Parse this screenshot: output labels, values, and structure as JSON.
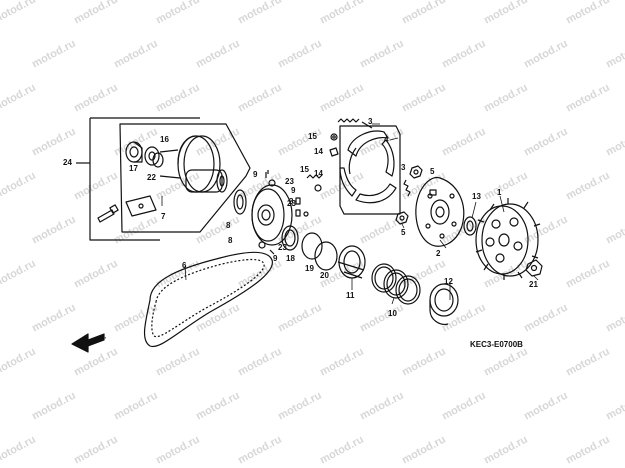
{
  "watermark": "motod.ru",
  "diagram_code": "KEC3-E0700B",
  "direction_label": "FR.",
  "callouts": {
    "n1": "1",
    "n2": "2",
    "n3a": "3",
    "n3b": "3",
    "n3c": "3",
    "n4": "4",
    "n5a": "5",
    "n5b": "5",
    "n6": "6",
    "n7": "7",
    "n8a": "8",
    "n8b": "8",
    "n9a": "9",
    "n9b": "9",
    "n9c": "9",
    "n10": "10",
    "n11": "11",
    "n12": "12",
    "n13": "13",
    "n14a": "14",
    "n14b": "14",
    "n15a": "15",
    "n15b": "15",
    "n16": "16",
    "n17": "17",
    "n18": "18",
    "n19": "19",
    "n20": "20",
    "n21": "21",
    "n22": "22",
    "n23a": "23",
    "n23b": "23",
    "n23c": "23",
    "n24": "24"
  }
}
